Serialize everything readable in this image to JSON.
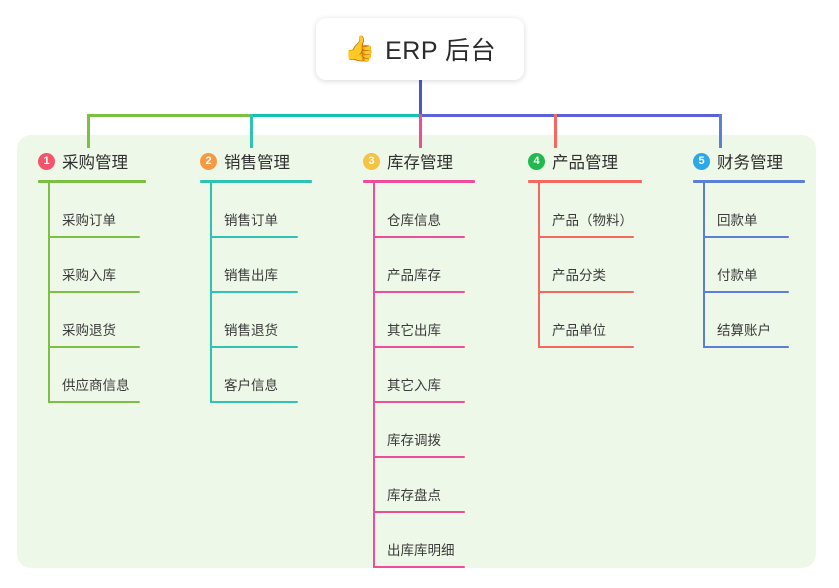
{
  "root": {
    "icon": "thumbs-up-icon",
    "icon_glyph": "👍",
    "title": "ERP 后台"
  },
  "theme": {
    "page_background": "#ffffff",
    "panel_background": "#eef8e9",
    "text_color": "#3a3a3a",
    "stem_color": "#4b56c0"
  },
  "connector": {
    "segments": [
      {
        "name": "bar-green",
        "color": "#7bc043"
      },
      {
        "name": "bar-teal",
        "color": "#12c2b0"
      },
      {
        "name": "bar-blue",
        "color": "#5b62d6"
      }
    ]
  },
  "columns": [
    {
      "number": "1",
      "title": "采购管理",
      "badge_color": "#f4546b",
      "line_color": "#7bc043",
      "items": [
        "采购订单",
        "采购入库",
        "采购退货",
        "供应商信息"
      ]
    },
    {
      "number": "2",
      "title": "销售管理",
      "badge_color": "#f59a43",
      "line_color": "#2fc4b2",
      "items": [
        "销售订单",
        "销售出库",
        "销售退货",
        "客户信息"
      ]
    },
    {
      "number": "3",
      "title": "库存管理",
      "badge_color": "#f5c242",
      "line_color": "#ee4d9b",
      "items": [
        "仓库信息",
        "产品库存",
        "其它出库",
        "其它入库",
        "库存调拨",
        "库存盘点",
        "出库库明细"
      ]
    },
    {
      "number": "4",
      "title": "产品管理",
      "badge_color": "#21b84f",
      "line_color": "#f4695f",
      "items": [
        "产品（物料）",
        "产品分类",
        "产品单位"
      ]
    },
    {
      "number": "5",
      "title": "财务管理",
      "badge_color": "#2aa8e8",
      "line_color": "#5b7fd6",
      "items": [
        "回款单",
        "付款单",
        "结算账户"
      ]
    }
  ]
}
